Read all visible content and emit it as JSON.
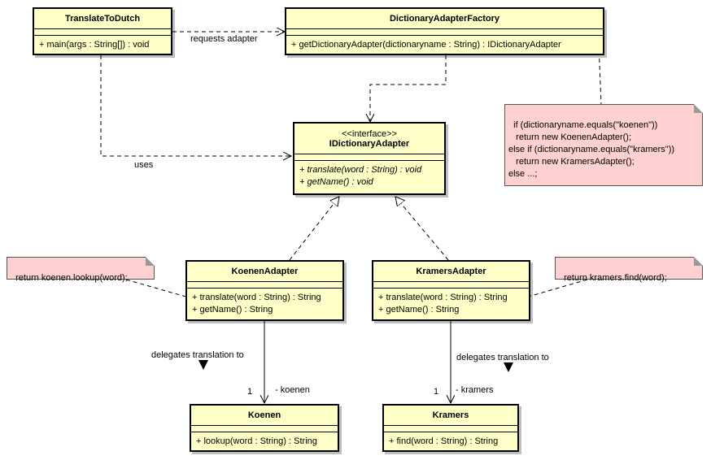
{
  "classes": {
    "translate_to_dutch": {
      "name": "TranslateToDutch",
      "ops": [
        "+ main(args : String[]) : void"
      ]
    },
    "factory": {
      "name": "DictionaryAdapterFactory",
      "ops": [
        "+ getDictionaryAdapter(dictionaryname : String) : IDictionaryAdapter"
      ]
    },
    "idictionary": {
      "stereotype": "<<interface>>",
      "name": "IDictionaryAdapter",
      "ops": [
        "+ translate(word : String) : void",
        "+ getName() : void"
      ]
    },
    "koenen_adapter": {
      "name": "KoenenAdapter",
      "ops": [
        "+ translate(word : String) : String",
        "+ getName() : String"
      ]
    },
    "kramers_adapter": {
      "name": "KramersAdapter",
      "ops": [
        "+ translate(word : String) : String",
        "+ getName() : String"
      ]
    },
    "koenen": {
      "name": "Koenen",
      "ops": [
        "+ lookup(word : String) : String"
      ]
    },
    "kramers": {
      "name": "Kramers",
      "ops": [
        "+ find(word : String) : String"
      ]
    }
  },
  "notes": {
    "factory_note": "if (dictionaryname.equals(\"koenen\"))\n   return new KoenenAdapter();\nelse if (dictionaryname.equals(\"kramers\"))\n   return new KramersAdapter();\nelse ...;",
    "koenen_note": "return koenen.lookup(word);",
    "kramers_note": "return kramers.find(word);"
  },
  "labels": {
    "requests_adapter": "requests adapter",
    "uses": "uses",
    "delegates_left": "delegates translation to",
    "delegates_right": "delegates translation to",
    "mult_koenen": "1",
    "role_koenen": "- koenen",
    "mult_kramers": "1",
    "role_kramers": "- kramers"
  },
  "colors": {
    "class_fill": "#ffffc8",
    "note_fill": "#ffd0d0",
    "line": "#000000"
  }
}
